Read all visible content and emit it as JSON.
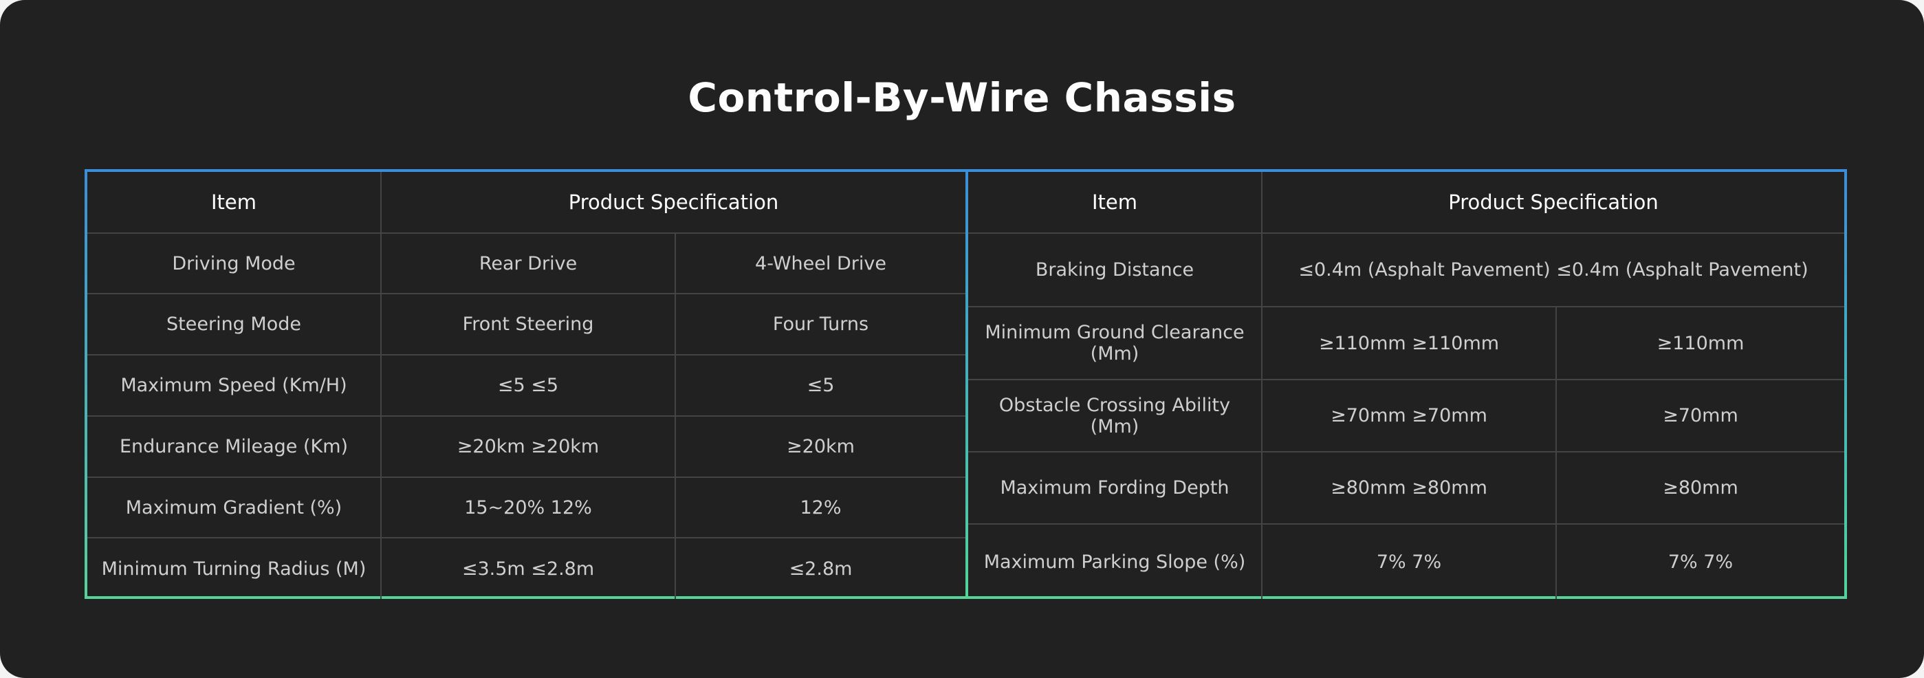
{
  "title": "Control-By-Wire Chassis",
  "left_table": {
    "headers": [
      "Item",
      "Product Specification"
    ],
    "rows": [
      {
        "item": "Driving Mode",
        "a": "Rear Drive",
        "b": "4-Wheel Drive"
      },
      {
        "item": "Steering Mode",
        "a": "Front Steering",
        "b": "Four Turns"
      },
      {
        "item": "Maximum Speed (Km/H)",
        "a": "≤5 ≤5",
        "b": "≤5"
      },
      {
        "item": "Endurance Mileage (Km)",
        "a": "≥20km ≥20km",
        "b": "≥20km"
      },
      {
        "item": "Maximum Gradient (%)",
        "a": "15~20% 12%",
        "b": "12%"
      },
      {
        "item": "Minimum Turning Radius (M)",
        "a": "≤3.5m ≤2.8m",
        "b": "≤2.8m"
      }
    ]
  },
  "right_table": {
    "headers": [
      "Item",
      "Product Specification"
    ],
    "braking": {
      "item": "Braking Distance",
      "value": "≤0.4m (Asphalt Pavement) ≤0.4m (Asphalt Pavement)"
    },
    "rows": [
      {
        "item": "Minimum Ground Clearance (Mm)",
        "a": "≥110mm ≥110mm",
        "b": "≥110mm"
      },
      {
        "item": "Obstacle Crossing Ability (Mm)",
        "a": "≥70mm ≥70mm",
        "b": "≥70mm"
      },
      {
        "item": "Maximum Fording Depth",
        "a": "≥80mm ≥80mm",
        "b": "≥80mm"
      },
      {
        "item": "Maximum Parking Slope (%)",
        "a": "7% 7%",
        "b": "7% 7%"
      }
    ]
  },
  "colors": {
    "background": "#212121",
    "border_top": "#3b8ed8",
    "border_bottom": "#52d49a"
  }
}
